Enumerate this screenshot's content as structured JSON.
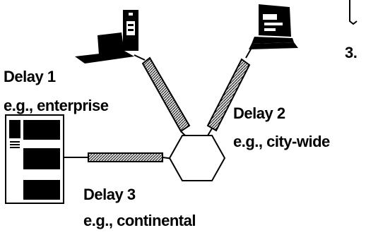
{
  "colors": {
    "ink": "#000000",
    "paper": "#ffffff",
    "cable_fill": "#d9d9d9"
  },
  "labels": {
    "delay1_title": "Delay 1",
    "delay1_example": "e.g., enterprise",
    "delay2_title": "Delay 2",
    "delay2_example": "e.g., city-wide",
    "delay3_title": "Delay 3",
    "delay3_example": "e.g., continental",
    "partial_number": "3."
  },
  "icons": {
    "desktop_left": "desktop-computer-icon",
    "desktop_right": "desktop-computer-icon",
    "server": "server-rack-icon",
    "hub": "network-hub-hexagon-icon"
  }
}
